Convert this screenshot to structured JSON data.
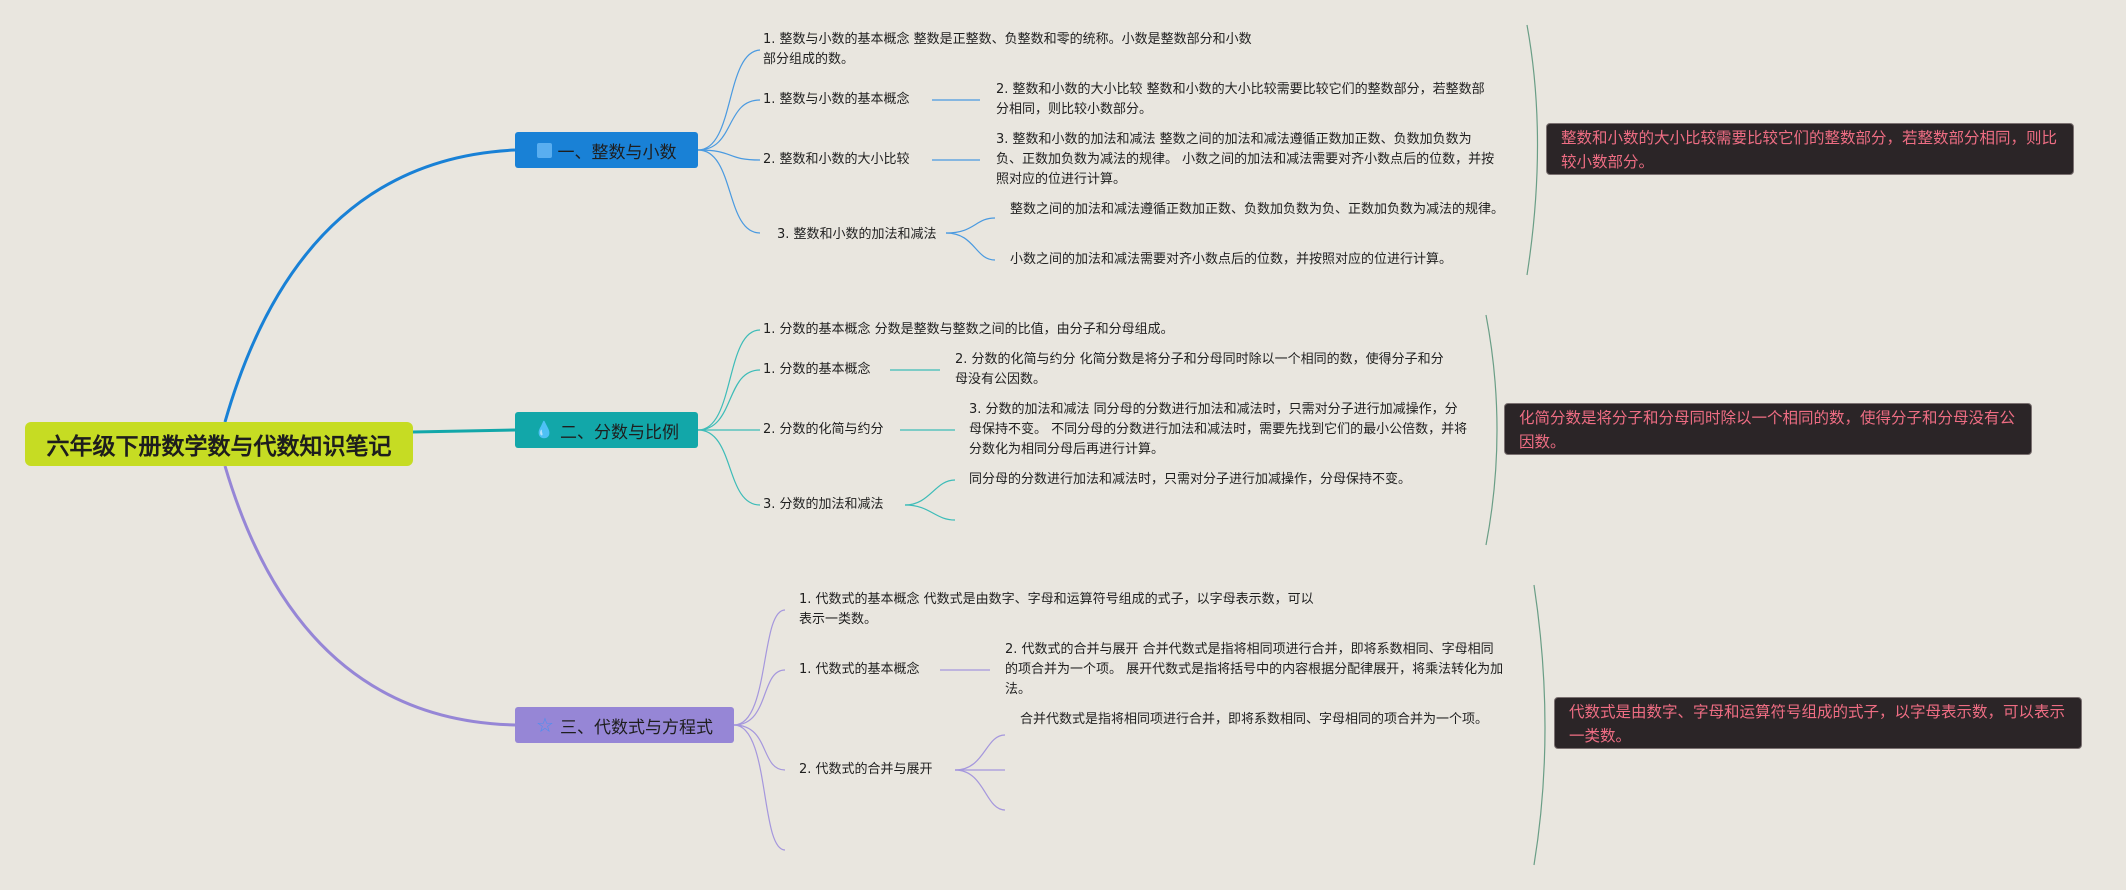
{
  "root": {
    "label": "六年级下册数学数与代数知识笔记"
  },
  "colors": {
    "root_bg": "#c6dc23",
    "branch1": "#1981d6",
    "branch2": "#12a7a9",
    "branch3": "#9686d6",
    "summary_bg": "#2b2527",
    "summary_text": "#ee6d83"
  },
  "branches": [
    {
      "label": "一、整数与小数",
      "icon": "square-icon",
      "intro": "1. 整数与小数的基本概念 整数是正整数、负整数和零的统称。小数是整数部分和小数部分组成的数。",
      "children": [
        "1. 整数与小数的基本概念",
        "2. 整数和小数的大小比较",
        "3. 整数和小数的加法和减法"
      ],
      "details": [
        "2. 整数和小数的大小比较 整数和小数的大小比较需要比较它们的整数部分，若整数部分相同，则比较小数部分。",
        "3. 整数和小数的加法和减法 整数之间的加法和减法遵循正数加正数、负数加负数为负、正数加负数为减法的规律。 小数之间的加法和减法需要对齐小数点后的位数，并按照对应的位进行计算。"
      ],
      "sub_items": [
        "整数之间的加法和减法遵循正数加正数、负数加负数为负、正数加负数为减法的规律。",
        "小数之间的加法和减法需要对齐小数点后的位数，并按照对应的位进行计算。"
      ],
      "summary": "整数和小数的大小比较需要比较它们的整数部分，若整数部分相同，则比较小数部分。"
    },
    {
      "label": "二、分数与比例",
      "icon": "drop-icon",
      "intro": "1. 分数的基本概念 分数是整数与整数之间的比值，由分子和分母组成。",
      "children": [
        "1. 分数的基本概念",
        "2. 分数的化简与约分",
        "3. 分数的加法和减法"
      ],
      "details": [
        "2. 分数的化简与约分 化简分数是将分子和分母同时除以一个相同的数，使得分子和分母没有公因数。",
        "3. 分数的加法和减法 同分母的分数进行加法和减法时，只需对分子进行加减操作，分母保持不变。 不同分母的分数进行加法和减法时，需要先找到它们的最小公倍数，并将分数化为相同分母后再进行计算。"
      ],
      "sub_items": [
        "同分母的分数进行加法和减法时，只需对分子进行加减操作，分母保持不变。"
      ],
      "summary": "化简分数是将分子和分母同时除以一个相同的数，使得分子和分母没有公因数。"
    },
    {
      "label": "三、代数式与方程式",
      "icon": "star-icon",
      "intro": "1. 代数式的基本概念 代数式是由数字、字母和运算符号组成的式子，以字母表示数，可以表示一类数。",
      "children": [
        "1. 代数式的基本概念",
        "2. 代数式的合并与展开"
      ],
      "details": [
        "2. 代数式的合并与展开 合并代数式是指将相同项进行合并，即将系数相同、字母相同的项合并为一个项。 展开代数式是指将括号中的内容根据分配律展开，将乘法转化为加法。"
      ],
      "sub_items": [
        "合并代数式是指将相同项进行合并，即将系数相同、字母相同的项合并为一个项。"
      ],
      "summary": "代数式是由数字、字母和运算符号组成的式子，以字母表示数，可以表示一类数。"
    }
  ]
}
